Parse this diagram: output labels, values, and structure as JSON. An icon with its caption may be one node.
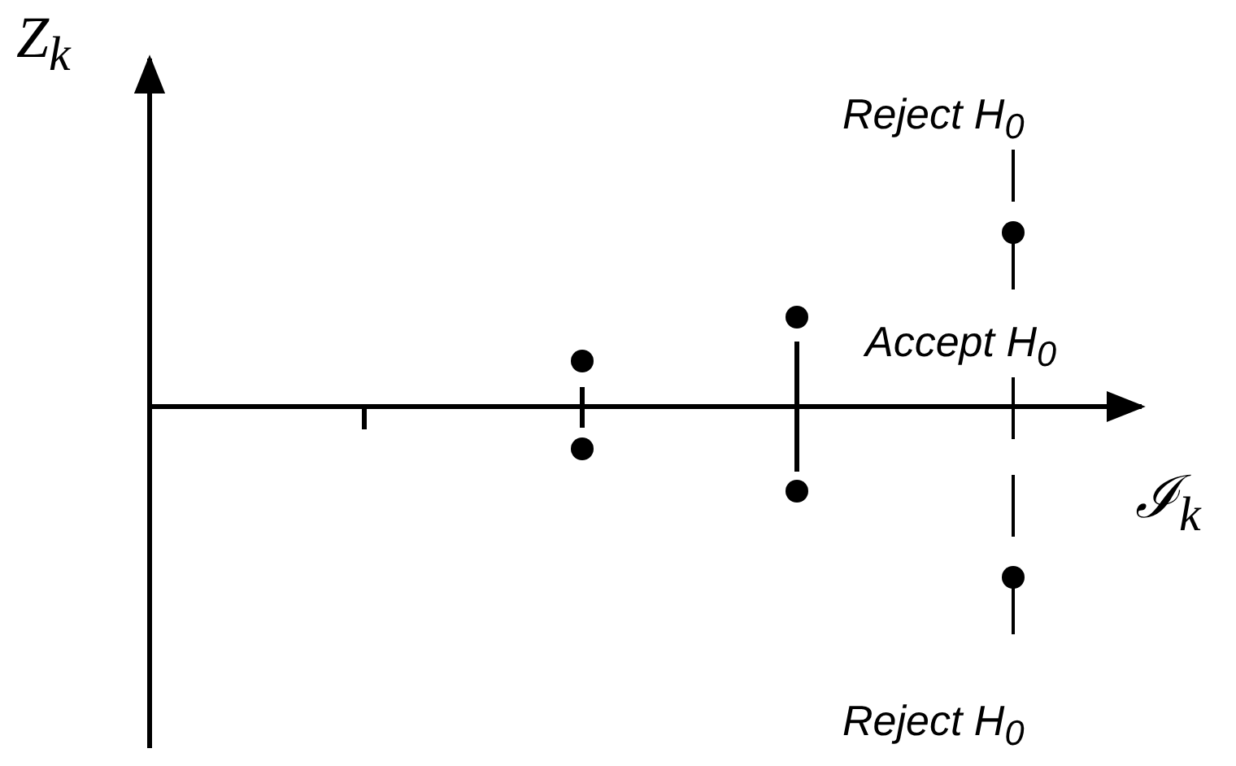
{
  "diagram": {
    "labels": [
      "Z$_{k}$",
      "ℐ$_{k}$",
      "Reject H$_{0}$",
      "Accept H$_{0}$",
      "Reject H$_{0}$"
    ]
  }
}
